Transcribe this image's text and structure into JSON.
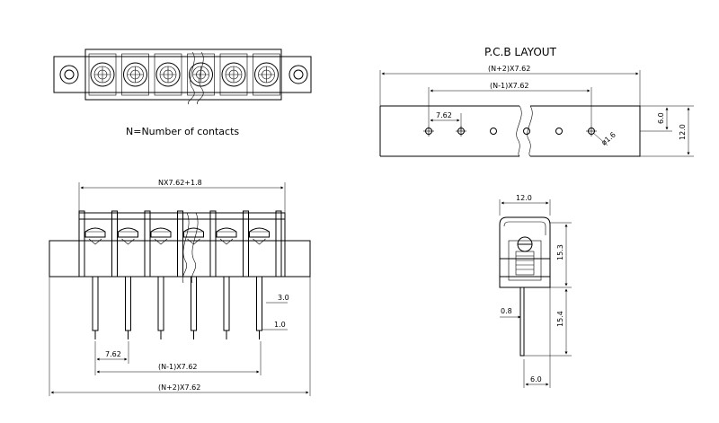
{
  "top_view": {
    "caption": "N=Number of contacts",
    "contact_count": 6
  },
  "pcb_layout": {
    "title": "P.C.B LAYOUT",
    "overall_width": "(N+2)X7.62",
    "hole_span": "(N-1)X7.62",
    "pitch": "7.62",
    "height_half": "6.0",
    "height_full": "12.0",
    "hole_diameter": "ø1.6"
  },
  "front_view": {
    "body_width": "NX7.62+1.8",
    "pitch": "7.62",
    "span_pins": "(N-1)X7.62",
    "span_overall": "(N+2)X7.62",
    "pin_offset": "3.0",
    "pin_width": "1.0"
  },
  "side_view": {
    "width": "12.0",
    "upper_height": "15.3",
    "lower_height": "15.4",
    "pin_thickness": "0.8",
    "pin_offset": "6.0"
  }
}
